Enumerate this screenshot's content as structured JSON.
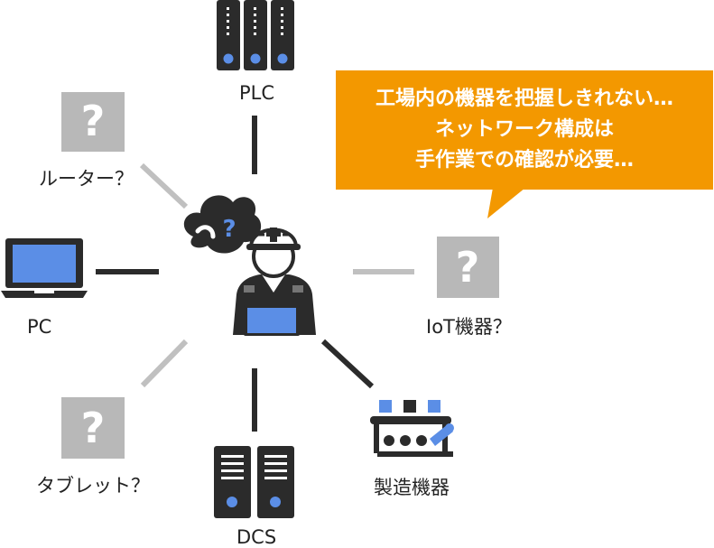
{
  "nodes": {
    "plc": "PLC",
    "router": "ルーター？",
    "pc": "PC",
    "tablet": "タブレット？",
    "dcs": "DCS",
    "manufacturing": "製造機器",
    "iot": "IoT機器？"
  },
  "bubble": {
    "lines": [
      "工場内の機器を把握しきれない…",
      "ネットワーク構成は",
      "手作業での確認が必要…"
    ]
  },
  "colors": {
    "orange": "#f39800",
    "dark": "#2b2b2b",
    "blue": "#5b8ee6",
    "gray": "#c0c0c0",
    "unknown_box": "#b8b8b8"
  }
}
